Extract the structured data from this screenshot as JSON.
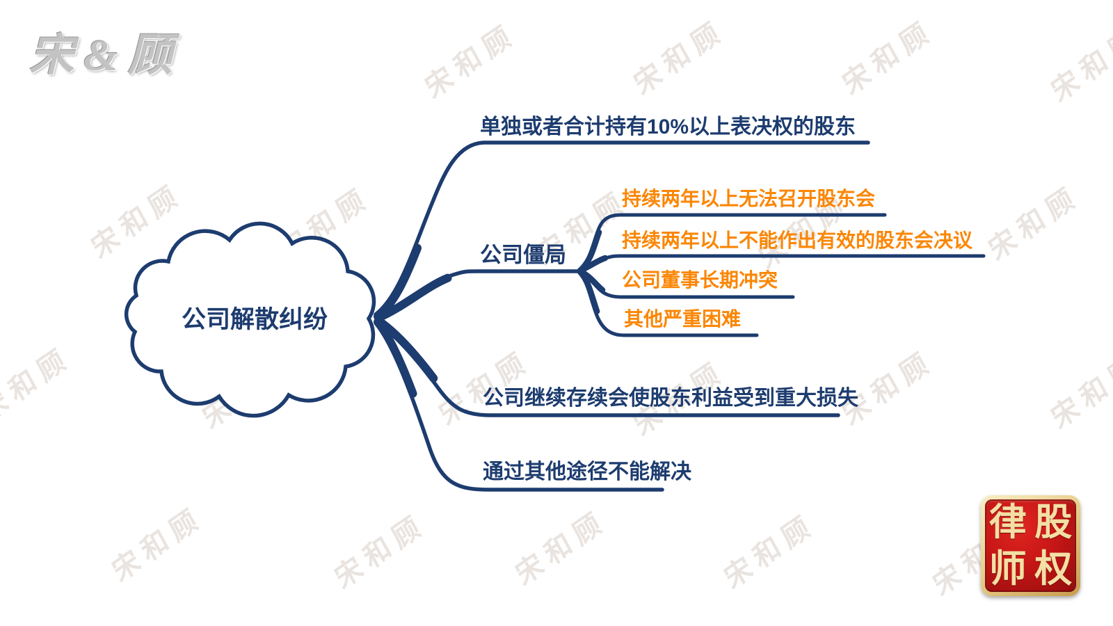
{
  "colors": {
    "navy": "#1d3c6f",
    "orange": "#fb8604",
    "watermark_gray": "#e9e4e0",
    "seal_red": "#c61616",
    "seal_gold": "#f3dfa4"
  },
  "logo": {
    "text": "宋&顾"
  },
  "watermark": {
    "text": "宋和顾"
  },
  "seal": {
    "chars": [
      "律",
      "股",
      "师",
      "权"
    ]
  },
  "mindmap": {
    "root": {
      "label": "公司解散纠纷"
    },
    "branches": [
      {
        "label": "单独或者合计持有10%以上表决权的股东"
      },
      {
        "label": "公司僵局",
        "children": [
          {
            "label": "持续两年以上无法召开股东会"
          },
          {
            "label": "持续两年以上不能作出有效的股东会决议"
          },
          {
            "label": "公司董事长期冲突"
          },
          {
            "label": "其他严重困难"
          }
        ]
      },
      {
        "label": "公司继续存续会使股东利益受到重大损失"
      },
      {
        "label": "通过其他途径不能解决"
      }
    ]
  }
}
